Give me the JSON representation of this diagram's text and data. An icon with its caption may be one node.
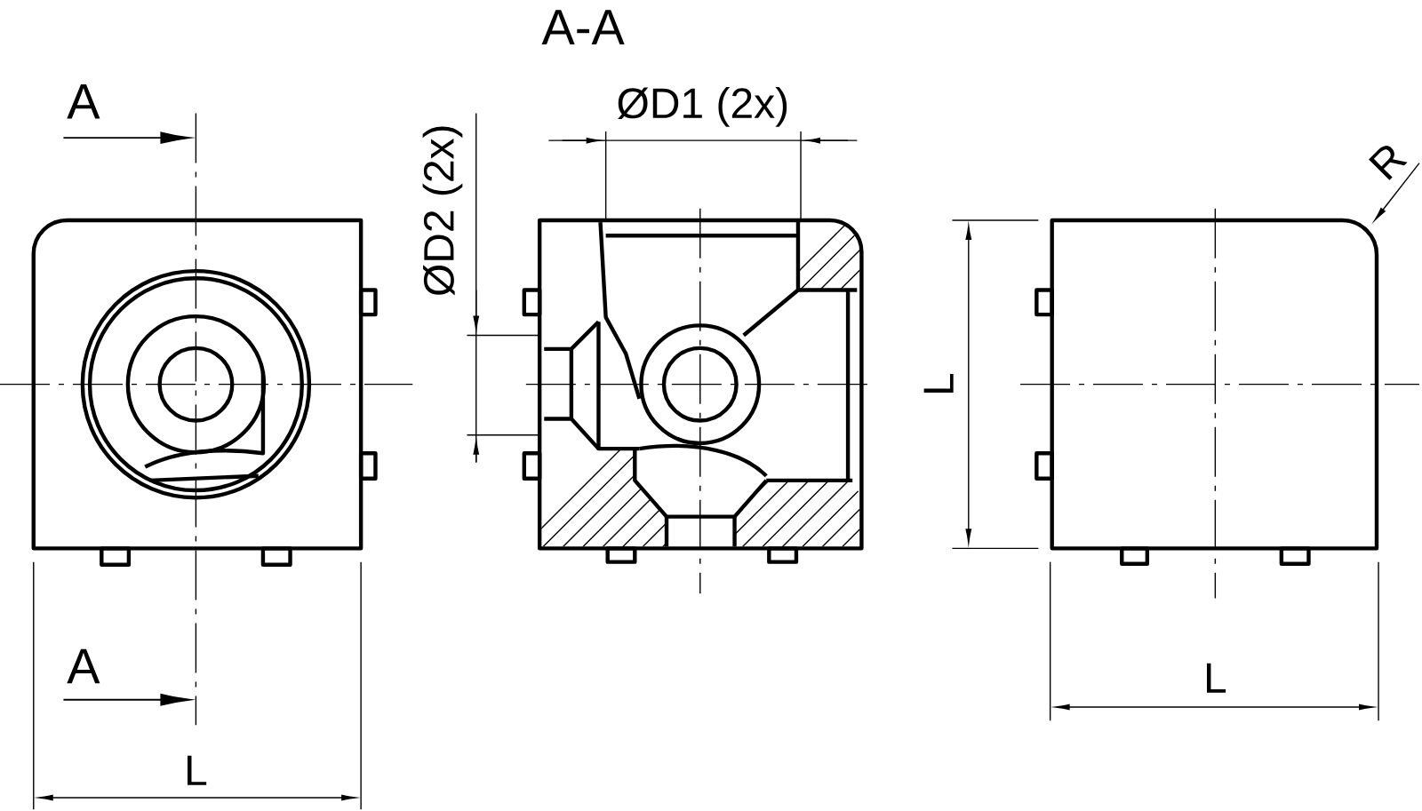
{
  "diagram": {
    "labels": [
      "A-A",
      "A",
      "ØD1 (2x)",
      "R",
      "ØD2 (2x)",
      "L",
      "A",
      "L",
      "L"
    ]
  }
}
